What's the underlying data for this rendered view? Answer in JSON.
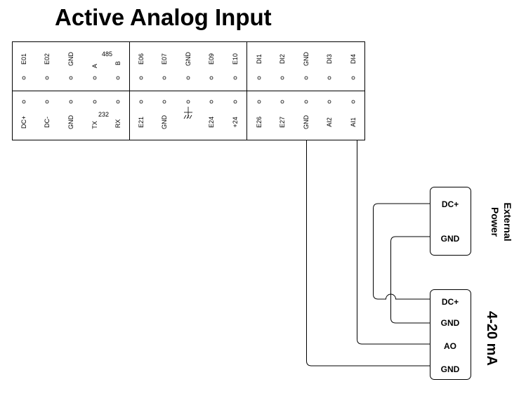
{
  "title": "Active Analog Input",
  "terminals": {
    "top": {
      "block1": [
        "E01",
        "E02",
        "GND",
        "A",
        "B"
      ],
      "block2": [
        "E06",
        "E07",
        "GND",
        "E09",
        "E10"
      ],
      "block3": [
        "DI1",
        "DI2",
        "GND",
        "DI3",
        "DI4"
      ],
      "bus_label": "485"
    },
    "bottom": {
      "block1": [
        "DC+",
        "DC-",
        "GND",
        "TX",
        "RX"
      ],
      "block2": [
        "E21",
        "GND",
        "",
        "E24",
        "+24"
      ],
      "block3": [
        "E26",
        "E27",
        "GND",
        "AI2",
        "AI1"
      ],
      "bus_label": "232"
    }
  },
  "ground_symbol": "ground-icon",
  "external_power": {
    "label_line1": "External",
    "label_line2": "Power",
    "pins": [
      "DC+",
      "GND"
    ]
  },
  "sensor": {
    "label": "4-20 mA",
    "pins": [
      "DC+",
      "GND",
      "AO",
      "GND"
    ]
  }
}
